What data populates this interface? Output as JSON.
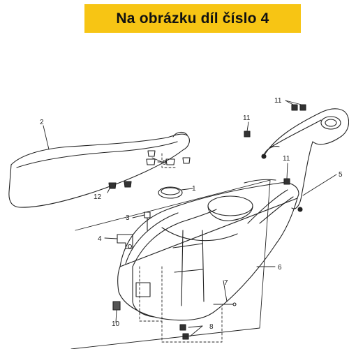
{
  "banner": {
    "text": "Na obrázku díl číslo 4",
    "color": "#f7c514"
  },
  "callouts": {
    "c1": "1",
    "c2": "2",
    "c3": "3",
    "c4": "4",
    "c5": "5",
    "c6": "6",
    "c7": "7",
    "c8": "8",
    "c9": "9",
    "c10": "10",
    "c11a": "11",
    "c11b": "11",
    "c11c": "11",
    "c12": "12"
  },
  "highlighted_part": "4"
}
